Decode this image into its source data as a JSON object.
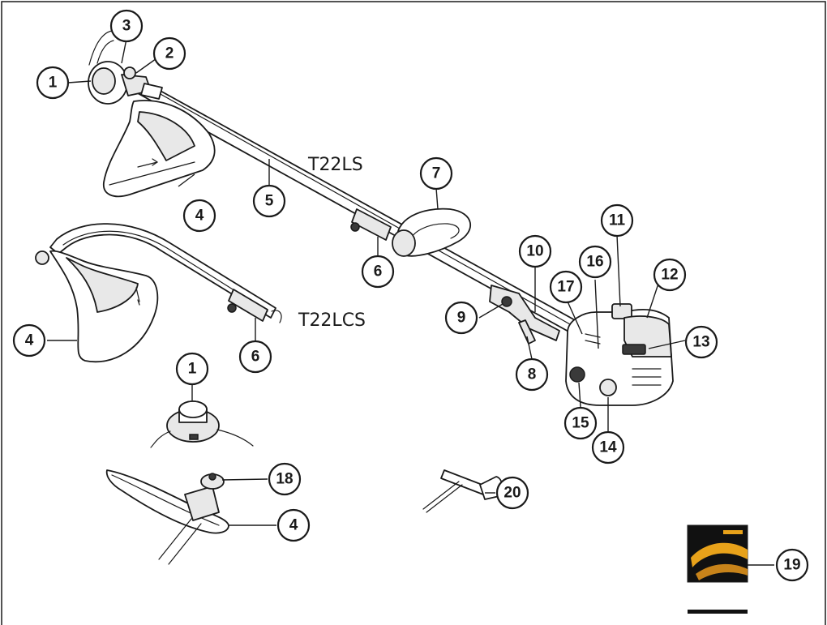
{
  "models": {
    "straight_shaft": "T22LS",
    "curved_shaft": "T22LCS"
  },
  "callouts": {
    "c1a": "1",
    "c2": "2",
    "c3": "3",
    "c4a": "4",
    "c5": "5",
    "c6a": "6",
    "c7": "7",
    "c4b": "4",
    "c6b": "6",
    "c10": "10",
    "c11": "11",
    "c12": "12",
    "c16": "16",
    "c17": "17",
    "c9": "9",
    "c13": "13",
    "c8": "8",
    "c15": "15",
    "c14": "14",
    "c1b": "1",
    "c18": "18",
    "c4c": "4",
    "c20": "20",
    "c19": "19"
  },
  "colors": {
    "line": "#1a1a1a",
    "manual_orange": "#e8a21a",
    "manual_dark": "#111111"
  }
}
